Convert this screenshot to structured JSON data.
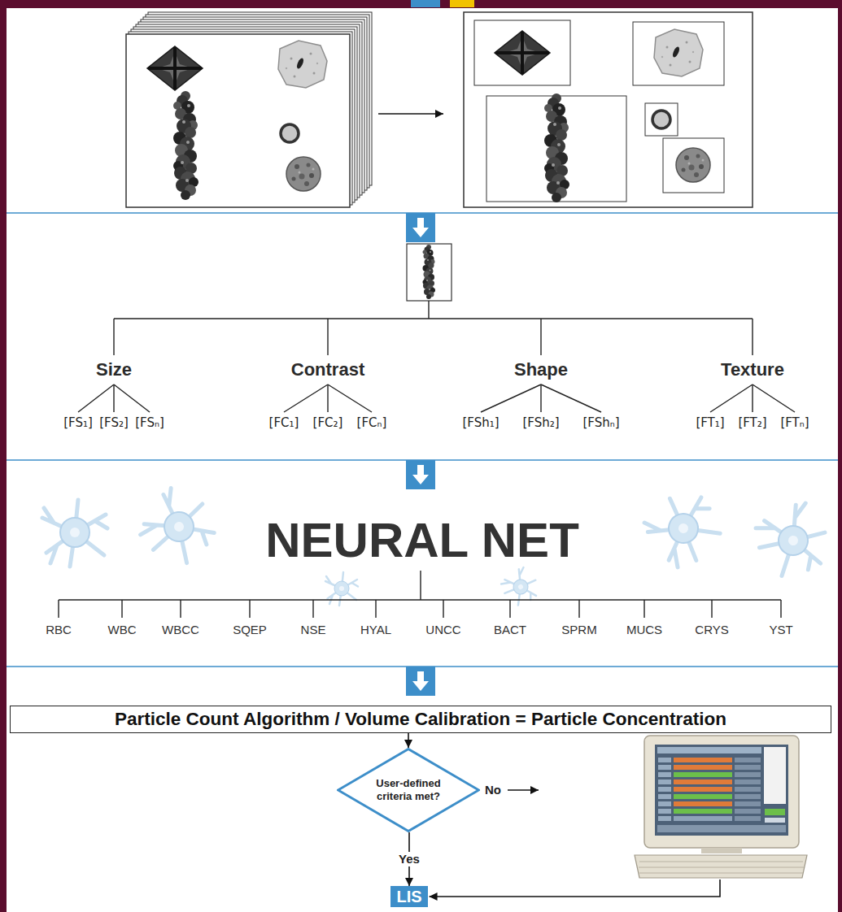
{
  "diagram": {
    "nodes": [
      {
        "text": [
          "NEURAL NET"
        ]
      },
      {
        "text": [
          "Particle Count Algorithm / Volume Calibration = Particle Concentration"
        ]
      },
      {
        "text": [
          "User-defined criteria met?"
        ]
      },
      {
        "text": [
          "LIS"
        ]
      }
    ],
    "edges": [
      {
        "from": 1,
        "to": 2,
        "arrow": "to"
      },
      {
        "from": 2,
        "to": 3,
        "arrow": "to",
        "label": "Yes"
      }
    ],
    "labels": [
      "Size",
      "[FS₁]",
      "[FS₂]",
      "[FSₙ]",
      "Contrast",
      "[FC₁]",
      "[FC₂]",
      "[FCₙ]",
      "Shape",
      "[FSh₁]",
      "[FSh₂]",
      "[FShₙ]",
      "Texture",
      "[FT₁]",
      "[FT₂]",
      "[FTₙ]",
      "RBC",
      "WBC",
      "WBCC",
      "SQEP",
      "NSE",
      "HYAL",
      "UNCC",
      "BACT",
      "SPRM",
      "MUCS",
      "CRYS",
      "YST",
      "No"
    ]
  }
}
